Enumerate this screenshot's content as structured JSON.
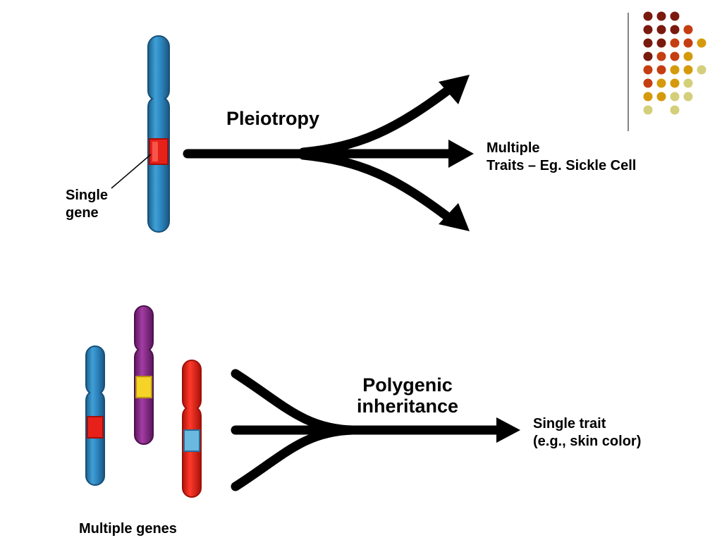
{
  "pleiotropy": {
    "title": "Pleiotropy",
    "gene_label_line1": "Single",
    "gene_label_line2": "gene",
    "result_line1": "Multiple",
    "result_line2": "Traits – Eg. Sickle Cell"
  },
  "polygenic": {
    "title_line1": "Polygenic",
    "title_line2": "inheritance",
    "result_line1": "Single trait",
    "result_line2": "(e.g., skin color)",
    "genes_label": "Multiple genes"
  },
  "colors": {
    "chromosome_blue": "#2e86c1",
    "chromosome_purple": "#8e2a8e",
    "chromosome_red": "#e8201a",
    "gene_red": "#e8201a",
    "gene_yellow": "#f5d327",
    "gene_lightblue": "#6bb8e0",
    "arrow": "#000000",
    "dot_palette": [
      "#7a1a0f",
      "#c43e12",
      "#d59a0c",
      "#d4cf7a"
    ]
  },
  "decor": {
    "dot_grid_rows": [
      [
        0,
        0,
        0
      ],
      [
        0,
        0,
        0,
        1
      ],
      [
        0,
        0,
        1,
        1,
        2
      ],
      [
        0,
        1,
        1,
        2
      ],
      [
        1,
        1,
        2,
        2,
        3
      ],
      [
        1,
        2,
        2,
        3
      ],
      [
        2,
        2,
        3,
        3
      ],
      [
        3,
        null,
        3
      ]
    ]
  }
}
